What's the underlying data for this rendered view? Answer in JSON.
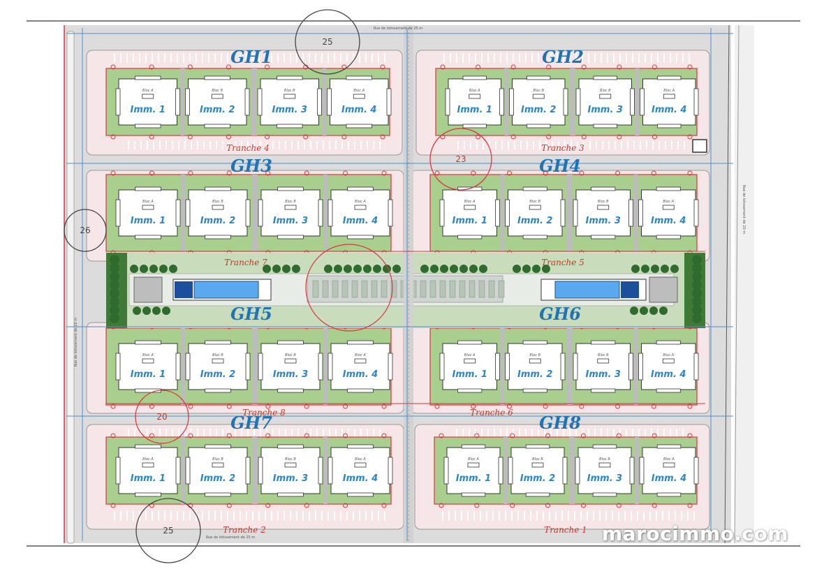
{
  "colors": {
    "road": "#dcdcdc",
    "block_pink": "#f6e6e8",
    "lawn": "#a8cf8e",
    "building": "#ffffff",
    "red_line": "#d9363e",
    "blue_line": "#4a8fd0",
    "pool": "#5aa9ee",
    "tree": "#2f6b2f",
    "label_blue": "#1f74b8"
  },
  "groups": [
    {
      "id": "GH1",
      "label": "GH1",
      "tranche": "Tranche 4"
    },
    {
      "id": "GH2",
      "label": "GH2",
      "tranche": "Tranche 3"
    },
    {
      "id": "GH3",
      "label": "GH3",
      "tranche": "Tranche 7"
    },
    {
      "id": "GH4",
      "label": "GH4",
      "tranche": "Tranche 5"
    },
    {
      "id": "GH5",
      "label": "GH5",
      "tranche": "Tranche 8"
    },
    {
      "id": "GH6",
      "label": "GH6",
      "tranche": "Tranche 6"
    },
    {
      "id": "GH7",
      "label": "GH7",
      "tranche": "Tranche 2"
    },
    {
      "id": "GH8",
      "label": "GH8",
      "tranche": "Tranche 1"
    }
  ],
  "buildings": [
    "Imm. 1",
    "Imm. 2",
    "Imm. 3",
    "Imm. 4"
  ],
  "bloc_labels": [
    "Bloc A",
    "Bloc B"
  ],
  "circles": [
    {
      "id": "c25-top",
      "label": "25",
      "color": "grey"
    },
    {
      "id": "c23",
      "label": "23",
      "color": "red"
    },
    {
      "id": "c26",
      "label": "26",
      "color": "grey"
    },
    {
      "id": "c20",
      "label": "20",
      "color": "red"
    },
    {
      "id": "c25-bottom",
      "label": "25",
      "color": "grey"
    }
  ],
  "street_labels": [
    "Rue de lotissement de 25 m",
    "Rue de lotissement de 20 m",
    "Rue de lotissement de 20 m",
    "Rue de lotissement de 25 m"
  ],
  "watermark": "marocimmo.com"
}
